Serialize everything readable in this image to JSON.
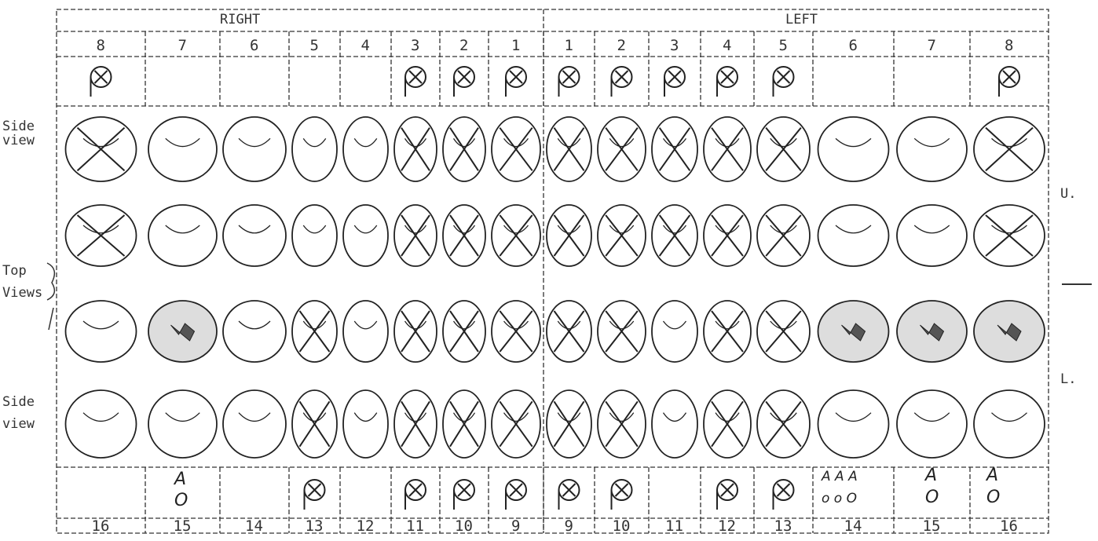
{
  "header": {
    "right": "RIGHT",
    "left": "LEFT"
  },
  "row_labels": {
    "upper_side_1": "Side",
    "upper_side_2": "view",
    "top_1": "Top",
    "top_2": "Views",
    "lower_side_1": "Side",
    "lower_side_2": "view",
    "upper_jaw": "U.",
    "lower_jaw": "L."
  },
  "upper_numbers": [
    "8",
    "7",
    "6",
    "5",
    "4",
    "3",
    "2",
    "1",
    "1",
    "2",
    "3",
    "4",
    "5",
    "6",
    "7",
    "8"
  ],
  "lower_numbers": [
    "16",
    "15",
    "14",
    "13",
    "12",
    "11",
    "10",
    "9",
    "9",
    "10",
    "11",
    "12",
    "13",
    "14",
    "15",
    "16"
  ],
  "upper_marks": [
    true,
    false,
    false,
    false,
    false,
    true,
    true,
    true,
    true,
    true,
    true,
    true,
    true,
    false,
    false,
    true
  ],
  "lower_marks": [
    false,
    false,
    false,
    true,
    false,
    true,
    true,
    true,
    true,
    true,
    false,
    true,
    true,
    false,
    false,
    false
  ],
  "lower_notes": {
    "n15_a": "A",
    "n15_o": "O",
    "n14_a": "A A A",
    "n14_o": "o o O",
    "n15b_a": "A",
    "n15b_o": "O",
    "n16_a": "A",
    "n16_o": "O"
  },
  "upper_side_crossed": [
    true,
    false,
    false,
    false,
    false,
    true,
    true,
    true,
    true,
    true,
    true,
    true,
    true,
    false,
    false,
    true
  ],
  "upper_top_crossed": [
    true,
    false,
    false,
    false,
    false,
    true,
    true,
    true,
    true,
    true,
    true,
    true,
    true,
    false,
    false,
    true
  ],
  "lower_top_crossed": [
    false,
    false,
    false,
    true,
    false,
    true,
    true,
    true,
    true,
    true,
    false,
    true,
    true,
    false,
    false,
    false
  ],
  "lower_side_crossed": [
    false,
    false,
    false,
    true,
    false,
    true,
    true,
    true,
    true,
    true,
    false,
    true,
    true,
    false,
    false,
    false
  ],
  "lower_top_filled": [
    false,
    true,
    false,
    false,
    false,
    false,
    false,
    false,
    false,
    false,
    false,
    false,
    false,
    true,
    true,
    true
  ]
}
